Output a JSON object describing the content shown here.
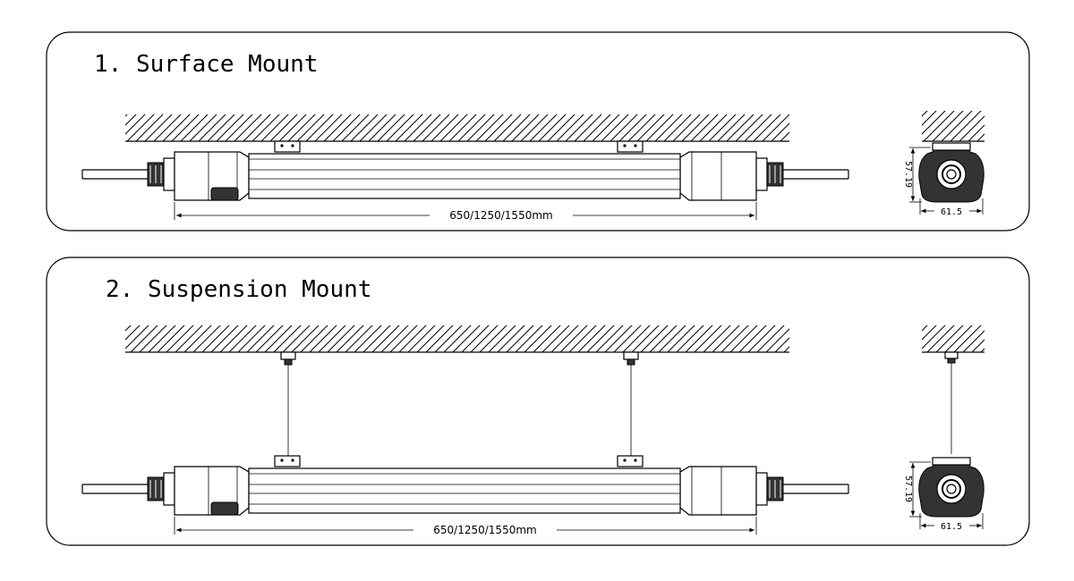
{
  "panels": [
    {
      "title": "1. Surface Mount",
      "length_label": "650/1250/1550mm",
      "height_label": "57.19",
      "width_label": "61.5"
    },
    {
      "title": "2. Suspension Mount",
      "length_label": "650/1250/1550mm",
      "height_label": "57.19",
      "width_label": "61.5"
    }
  ]
}
